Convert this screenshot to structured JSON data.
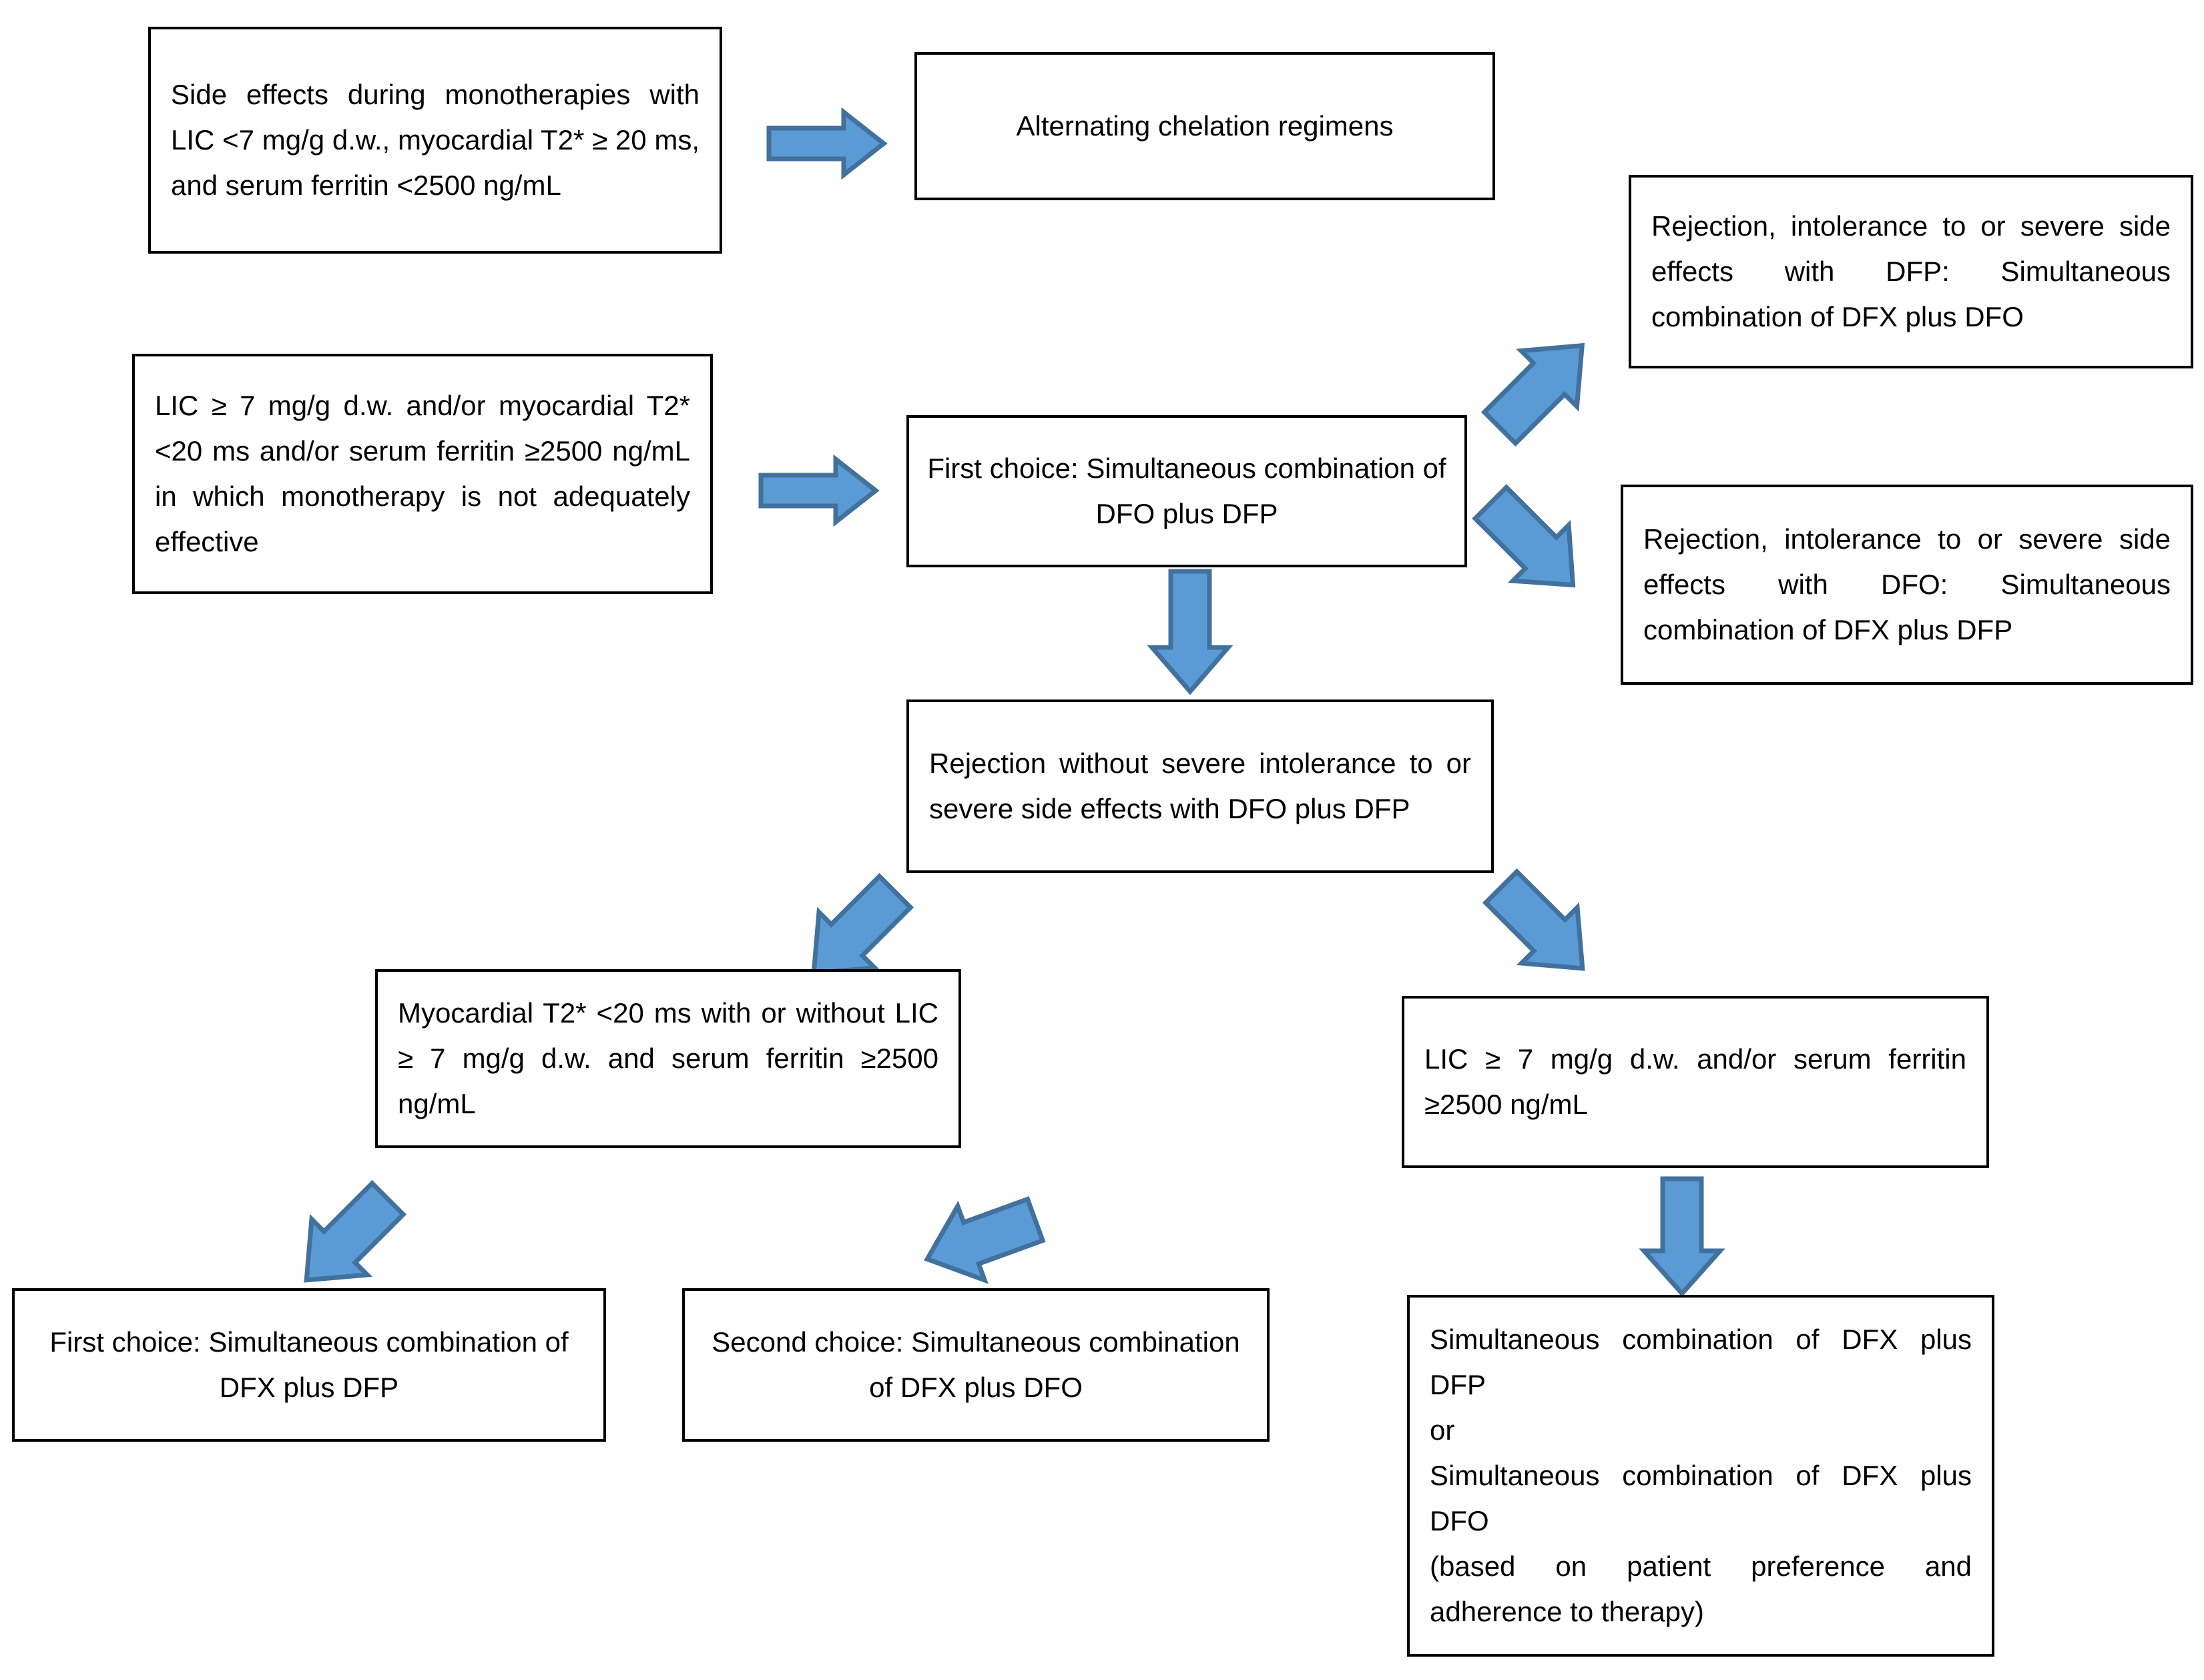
{
  "diagram": {
    "title": "Chelation therapy decision flowchart",
    "colors": {
      "arrow_fill": "#5B9BD5",
      "arrow_stroke": "#41719C",
      "box_border": "#000000",
      "background": "#FFFFFF",
      "text": "#000000"
    },
    "nodes": [
      {
        "id": "monotherapy-side-effects",
        "text": "Side effects during monotherapies with LIC <7 mg/g d.w., myocardial T2* ≥ 20 ms, and serum ferritin <2500 ng/mL"
      },
      {
        "id": "alternating-chelation",
        "text": "Alternating chelation regimens"
      },
      {
        "id": "lic-high-criteria",
        "text": "LIC ≥ 7 mg/g d.w. and/or myocardial T2* <20 ms and/or serum ferritin ≥2500 ng/mL in which monotherapy is not adequately effective"
      },
      {
        "id": "first-choice-dfo-dfp",
        "text": "First choice: Simultaneous combination of DFO plus DFP"
      },
      {
        "id": "rejection-dfp",
        "text": "Rejection, intolerance to or severe side effects with DFP: Simultaneous combination of DFX plus DFO"
      },
      {
        "id": "rejection-dfo",
        "text": "Rejection, intolerance to or severe side effects with DFO: Simultaneous combination of DFX plus DFP"
      },
      {
        "id": "rejection-without-severe",
        "text": "Rejection without severe intolerance to or severe side effects with DFO plus DFP"
      },
      {
        "id": "myocardial-t2-low",
        "text": "Myocardial T2* <20 ms with or without LIC ≥ 7 mg/g d.w. and serum ferritin ≥2500 ng/mL"
      },
      {
        "id": "lic-or-ferritin",
        "text": "LIC ≥ 7 mg/g d.w. and/or serum ferritin ≥2500 ng/mL"
      },
      {
        "id": "first-choice-dfx-dfp",
        "text": "First choice: Simultaneous combination of DFX plus DFP"
      },
      {
        "id": "second-choice-dfx-dfo",
        "text": "Second choice: Simultaneous combination of DFX plus DFO"
      },
      {
        "id": "dfx-combination-options",
        "text": "Simultaneous combination of DFX plus DFP\nor\nSimultaneous combination of DFX plus DFO\n(based on patient preference and adherence to therapy)"
      }
    ],
    "arrows": [
      {
        "id": "arrow-to-alternating",
        "direction": "right"
      },
      {
        "id": "arrow-to-first-choice",
        "direction": "right"
      },
      {
        "id": "arrow-to-rejection-dfp",
        "direction": "up-right"
      },
      {
        "id": "arrow-to-rejection-dfo",
        "direction": "down-right"
      },
      {
        "id": "arrow-to-rejection-without-severe",
        "direction": "down"
      },
      {
        "id": "arrow-to-myocardial",
        "direction": "down-left"
      },
      {
        "id": "arrow-to-lic-ferritin",
        "direction": "down-right"
      },
      {
        "id": "arrow-to-first-choice-dfx-dfp",
        "direction": "down-left"
      },
      {
        "id": "arrow-to-second-choice-dfx-dfo",
        "direction": "down-left"
      },
      {
        "id": "arrow-to-dfx-options",
        "direction": "down"
      }
    ]
  }
}
